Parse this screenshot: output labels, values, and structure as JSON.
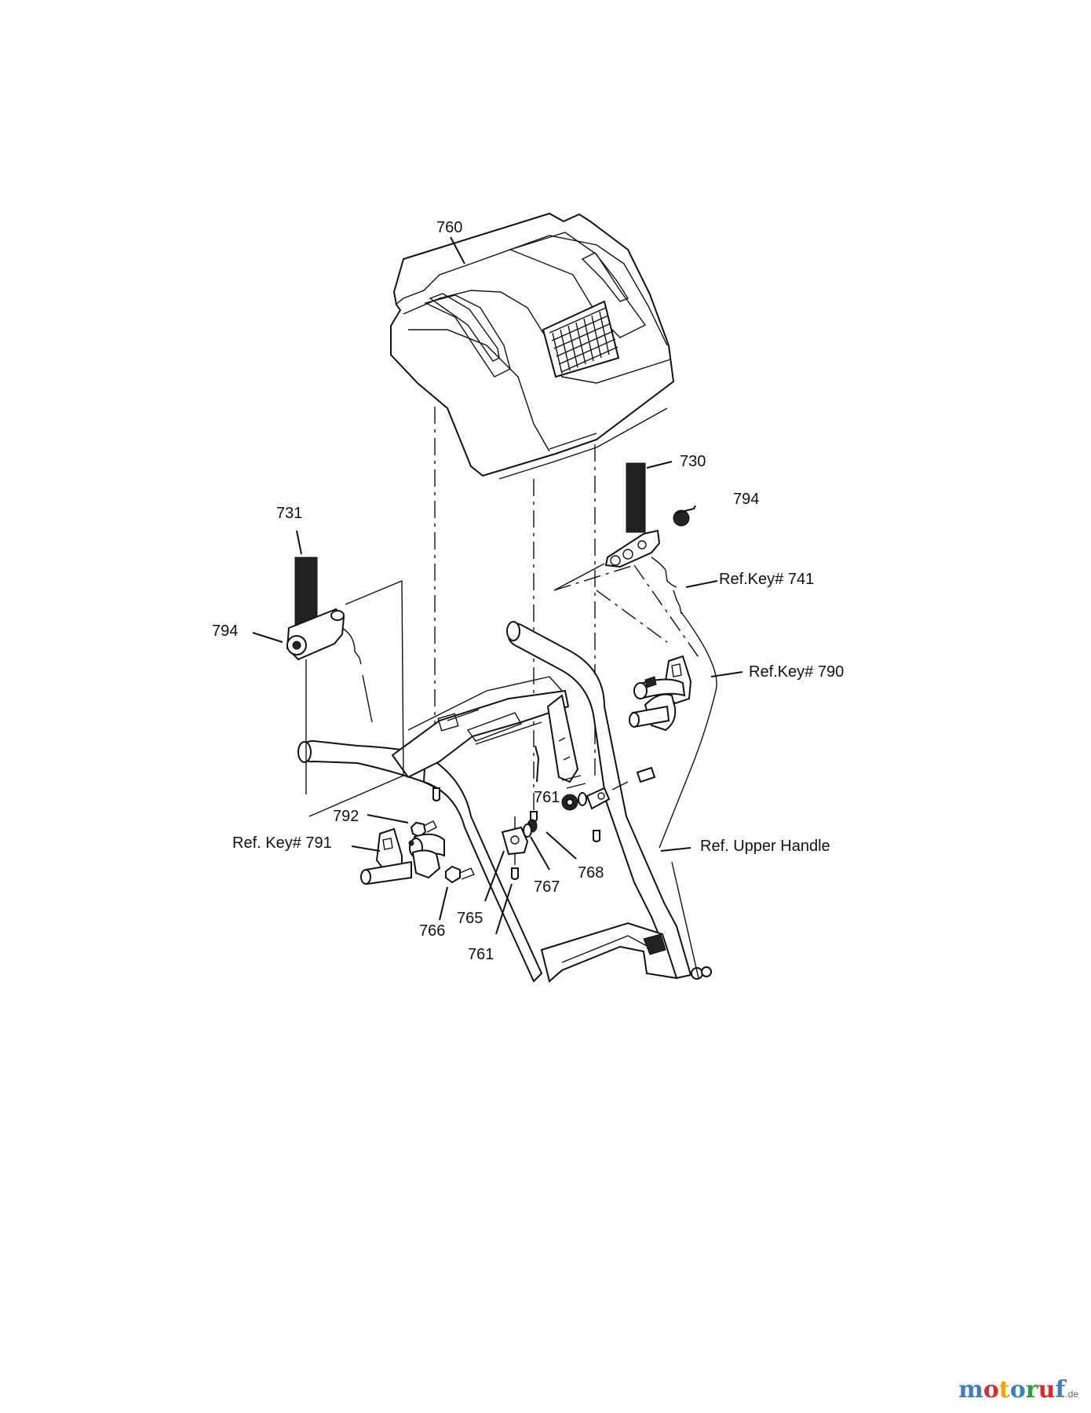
{
  "labels": {
    "l760": "760",
    "l730": "730",
    "l794a": "794",
    "l731": "731",
    "l741": "Ref.Key# 741",
    "l794b": "794",
    "l790": "Ref.Key# 790",
    "l761a": "761",
    "l792": "792",
    "l791": "Ref. Key# 791",
    "l768": "768",
    "l767": "767",
    "l765": "765",
    "l766": "766",
    "l761b": "761",
    "lupper": "Ref. Upper Handle"
  },
  "watermark": {
    "letters": [
      "m",
      "o",
      "t",
      "o",
      "r",
      "u",
      "f"
    ],
    "colors": [
      "#3a7fc4",
      "#d62c2c",
      "#f0a500",
      "#3a7fc4",
      "#2e9e3a",
      "#d62c2c",
      "#3a7fc4"
    ],
    "suffix": ".de"
  }
}
